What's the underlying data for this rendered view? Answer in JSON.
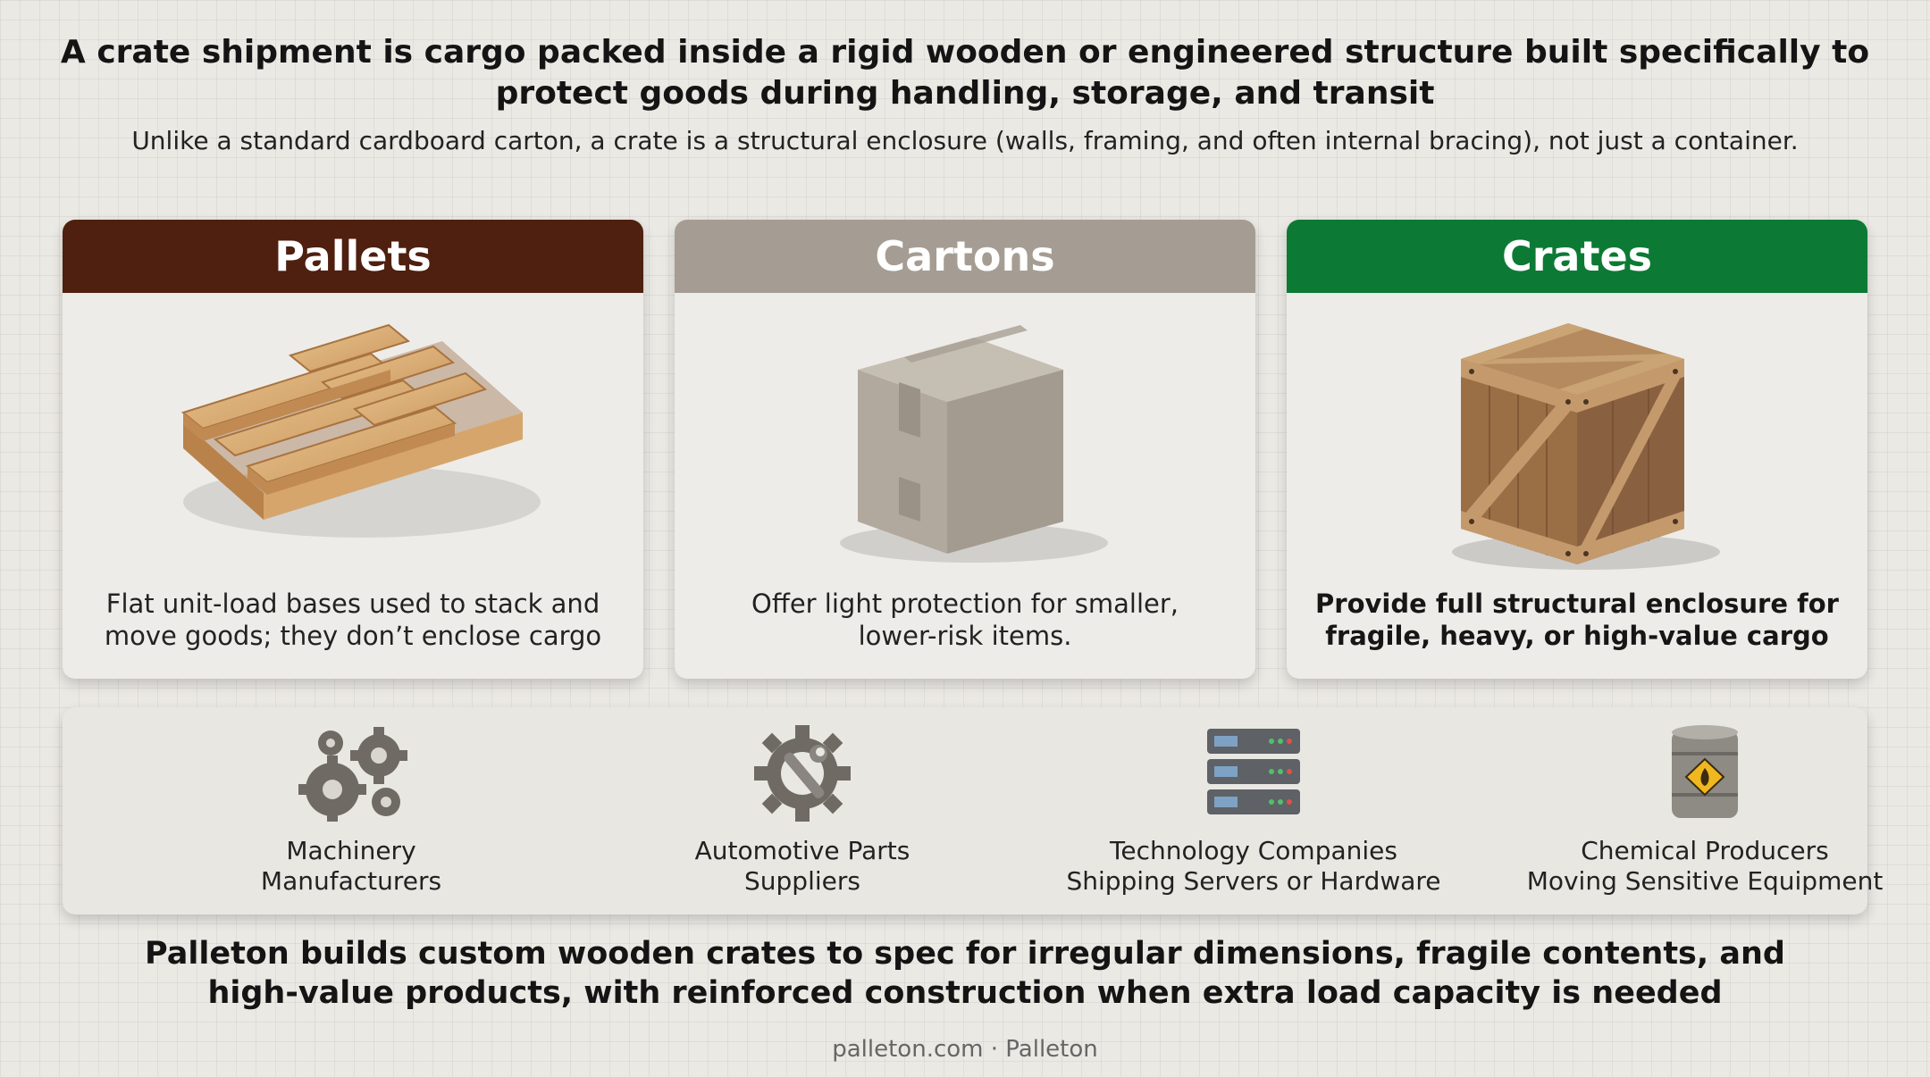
{
  "header": {
    "title_lines": [
      "A crate shipment is cargo packed inside a rigid wooden or engineered structure built specifically to",
      "protect goods during handling, storage, and transit"
    ],
    "subtitle": "Unlike a standard cardboard carton, a crate is a structural enclosure (walls, framing, and often internal bracing), not just a container."
  },
  "cards": [
    {
      "title": "Pallets",
      "header_color": "#4f200f",
      "icon": "pallet-icon",
      "desc_lines": [
        "Flat unit-load bases used to stack and",
        "move goods; they don’t enclose cargo"
      ]
    },
    {
      "title": "Cartons",
      "header_color": "#a59d93",
      "icon": "carton-box-icon",
      "desc_lines": [
        "Offer light protection for smaller,",
        "lower-risk items."
      ]
    },
    {
      "title": "Crates",
      "header_color": "#0c7a35",
      "icon": "wooden-crate-icon",
      "desc_lines": [
        "Provide full structural enclosure for",
        "fragile, heavy, or high-value cargo"
      ]
    }
  ],
  "industries": [
    {
      "icon": "gears-icon",
      "label_lines": [
        "Machinery",
        "Manufacturers"
      ]
    },
    {
      "icon": "gear-wrench-icon",
      "label_lines": [
        "Automotive Parts",
        "Suppliers"
      ]
    },
    {
      "icon": "server-rack-icon",
      "label_lines": [
        "Technology Companies",
        "Shipping Servers or Hardware"
      ]
    },
    {
      "icon": "chemical-barrel-icon",
      "label_lines": [
        "Chemical Producers",
        "Moving Sensitive Equipment"
      ]
    }
  ],
  "footer": {
    "message_lines": [
      "Palleton builds custom wooden crates to spec for irregular dimensions, fragile contents, and",
      "high-value products, with reinforced construction when extra load capacity is needed"
    ],
    "source": "palleton.com · Palleton"
  }
}
